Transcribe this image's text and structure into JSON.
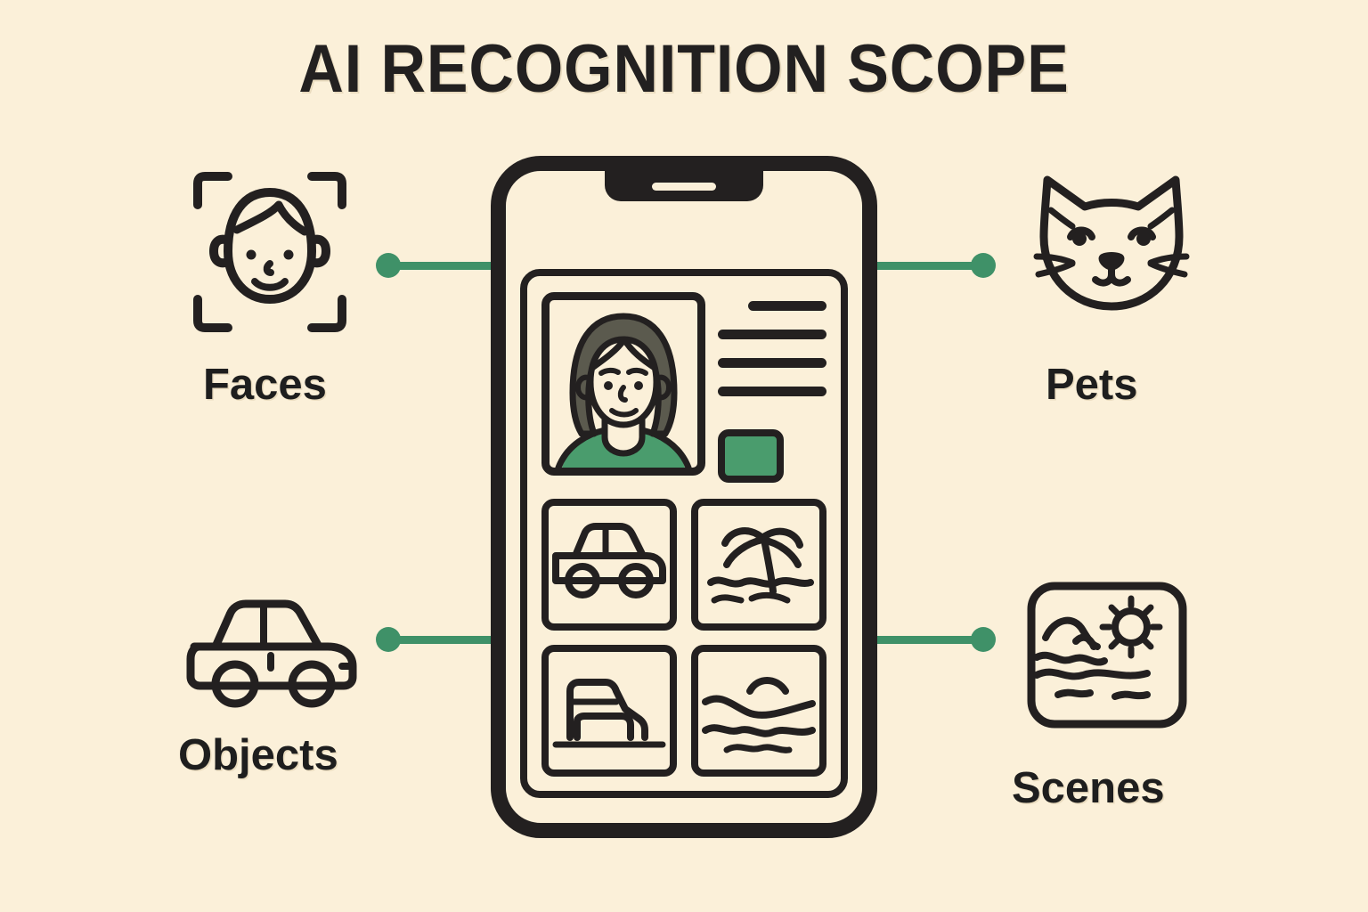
{
  "page": {
    "title": "AI RECOGNITION SCOPE",
    "background_color": "#FBF0D9",
    "ink_color": "#232020",
    "accent_color": "#3F9168",
    "chip_color": "#4A9C6D"
  },
  "nodes": [
    {
      "id": "faces",
      "label": "Faces",
      "icon": "face-scan-icon",
      "position": "top-left"
    },
    {
      "id": "pets",
      "label": "Pets",
      "icon": "cat-face-icon",
      "position": "top-right"
    },
    {
      "id": "objects",
      "label": "Objects",
      "icon": "car-icon",
      "position": "bottom-left"
    },
    {
      "id": "scenes",
      "label": "Scenes",
      "icon": "landscape-icon",
      "position": "bottom-right"
    }
  ],
  "connectors": [
    {
      "id": "faces-connector",
      "from": "faces",
      "to": "phone",
      "color": "#3F9168"
    },
    {
      "id": "pets-connector",
      "from": "pets",
      "to": "phone",
      "color": "#3F9168"
    },
    {
      "id": "objects-connector",
      "from": "objects",
      "to": "phone",
      "color": "#3F9168"
    },
    {
      "id": "scenes-connector",
      "from": "scenes",
      "to": "phone",
      "color": "#3F9168"
    }
  ],
  "phone": {
    "notch": {
      "speaker": "speaker-pill"
    },
    "screen": {
      "portrait_card": {
        "icon": "person-portrait-icon",
        "hair_color": "#5B5A4E",
        "shirt_color": "#4A9C6D"
      },
      "meta_lines": [
        {
          "id": "meta-line-1",
          "width": "short"
        },
        {
          "id": "meta-line-2",
          "width": "full"
        },
        {
          "id": "meta-line-3",
          "width": "full"
        },
        {
          "id": "meta-line-4",
          "width": "full"
        }
      ],
      "chip": {
        "id": "green-chip",
        "color": "#4A9C6D"
      },
      "thumbnails": [
        {
          "id": "thumb-car",
          "icon": "car-thumbnail-icon"
        },
        {
          "id": "thumb-beach",
          "icon": "palm-beach-thumbnail-icon"
        },
        {
          "id": "thumb-vehicle",
          "icon": "vehicle-thumbnail-icon"
        },
        {
          "id": "thumb-waves",
          "icon": "waves-landscape-thumbnail-icon"
        }
      ]
    }
  }
}
